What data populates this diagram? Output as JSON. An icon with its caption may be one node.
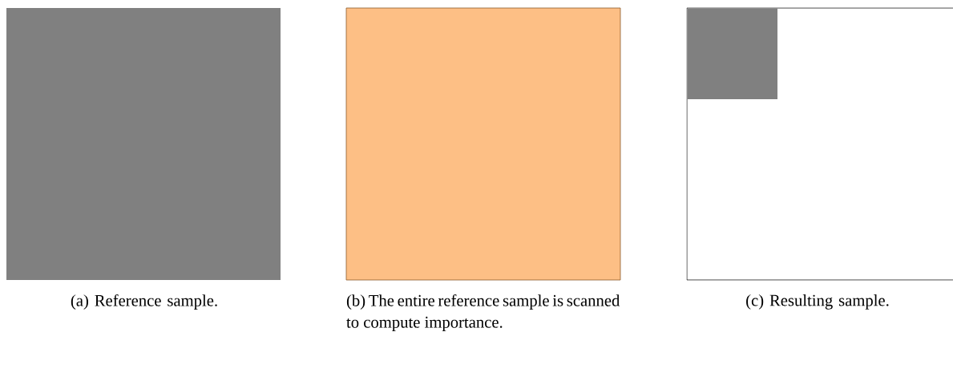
{
  "diagram": {
    "labels": [
      "(a) Reference sample.",
      "(b) The entire reference sample is scanned to compute importance.",
      "(c) Resulting sample."
    ]
  }
}
